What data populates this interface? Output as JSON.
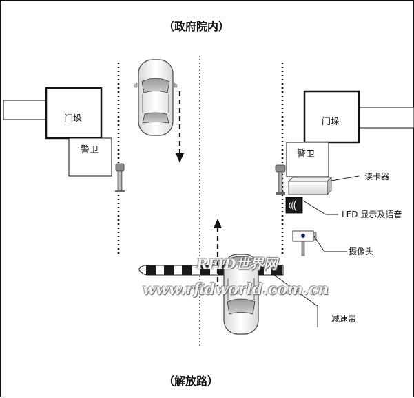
{
  "diagram": {
    "top_label": "（政府院内）",
    "bottom_label": "（解放路）",
    "left_gate_label": "门垛",
    "right_gate_label": "门垛",
    "left_guard_label": "警卫",
    "right_guard_label": "警卫",
    "callouts": {
      "card_reader": "读卡器",
      "led_display": "LED 显示及语音",
      "camera": "摄像头",
      "speed_bump": "减速带"
    },
    "watermark": {
      "line1": "RFID世界网",
      "line2": "www.rfidworld.com.cn"
    }
  }
}
